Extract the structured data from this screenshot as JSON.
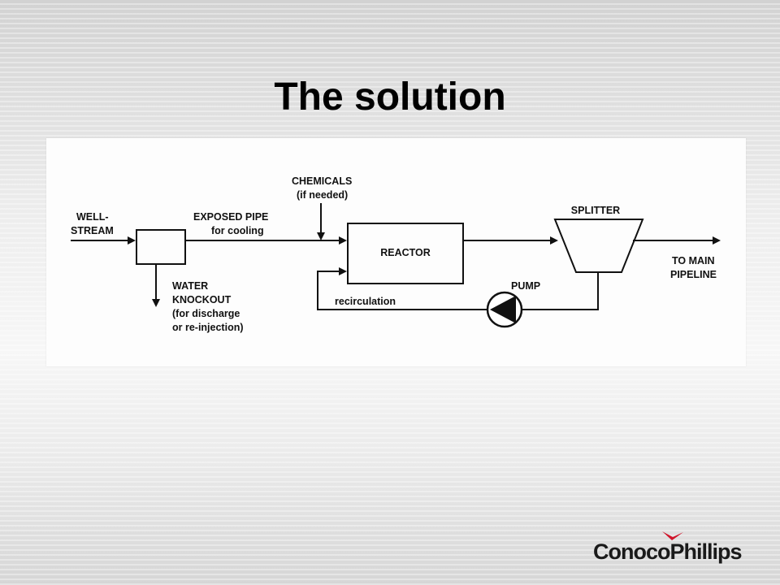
{
  "slide": {
    "title": "The solution"
  },
  "diagram": {
    "labels": {
      "wellstream_line1": "WELL-",
      "wellstream_line2": "STREAM",
      "exposed_pipe_line1": "EXPOSED PIPE",
      "exposed_pipe_line2": "for cooling",
      "chemicals_line1": "CHEMICALS",
      "chemicals_line2": "(if needed)",
      "reactor": "REACTOR",
      "splitter": "SPLITTER",
      "to_main_line1": "TO MAIN",
      "to_main_line2": "PIPELINE",
      "pump": "PUMP",
      "recirculation": "recirculation",
      "water_line1": "WATER",
      "water_line2": "KNOCKOUT",
      "water_line3": "(for discharge",
      "water_line4": "or re-injection)"
    }
  },
  "branding": {
    "logo_text": "ConocoPhillips",
    "logo_mark_color": "#d0152b"
  }
}
